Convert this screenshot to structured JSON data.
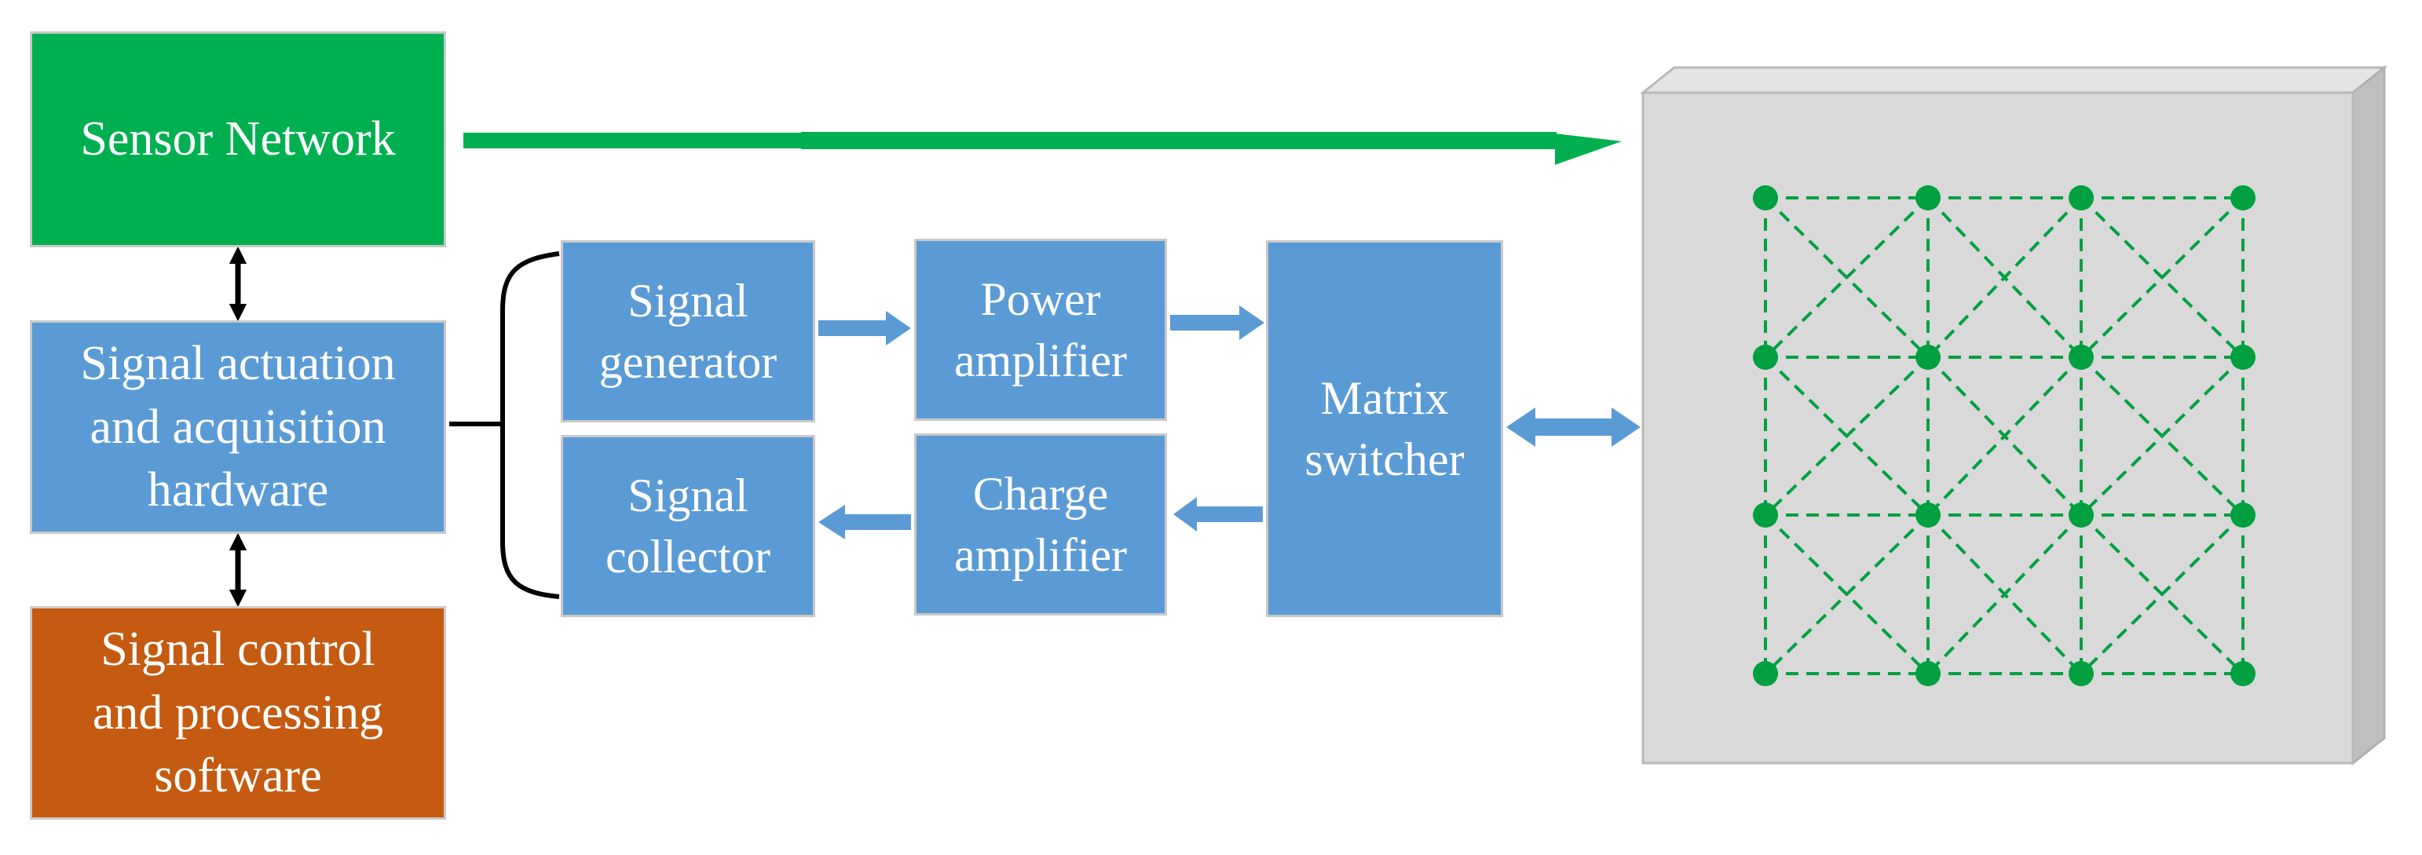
{
  "colors": {
    "green": "#00b050",
    "blue": "#5b9bd5",
    "orange": "#c55a11",
    "dark_green": "#00a040",
    "plate_face": "#d9d9d9",
    "plate_side": "#bfbfbf",
    "plate_top": "#e4e4e4",
    "connector": "#000000"
  },
  "boxes": {
    "sensor_network": {
      "lines": [
        "Sensor Network"
      ]
    },
    "actuation_hardware": {
      "lines": [
        "Signal actuation",
        "and acquisition",
        "hardware"
      ]
    },
    "control_software": {
      "lines": [
        "Signal control",
        "and processing",
        "software"
      ]
    },
    "signal_generator": {
      "lines": [
        "Signal",
        "generator"
      ]
    },
    "power_amplifier": {
      "lines": [
        "Power",
        "amplifier"
      ]
    },
    "matrix_switcher": {
      "lines": [
        "Matrix",
        "switcher"
      ]
    },
    "signal_collector": {
      "lines": [
        "Signal",
        "collector"
      ]
    },
    "charge_amplifier": {
      "lines": [
        "Charge",
        "amplifier"
      ]
    }
  },
  "sensor_grid": {
    "rows": 4,
    "cols": 4
  }
}
